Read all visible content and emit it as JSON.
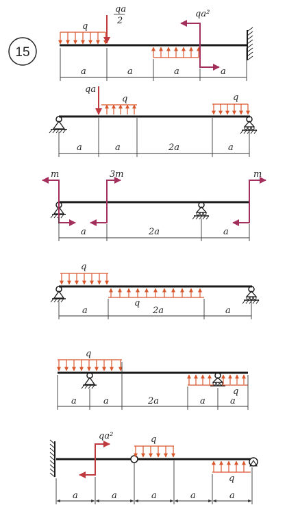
{
  "problem_number": "15",
  "colors": {
    "beam": "#1a1a1a",
    "distributed_load": "#d9552a",
    "reaction_arrow": "#c0393e",
    "moment": "#a3305c",
    "dim_line": "#333333"
  },
  "labels": {
    "q": "q",
    "qa": "qa",
    "qa_half_num": "qa",
    "qa_half_den": "2",
    "qa2": "qa²",
    "m": "m",
    "m3": "3m",
    "a": "a",
    "a2": "2a"
  }
}
